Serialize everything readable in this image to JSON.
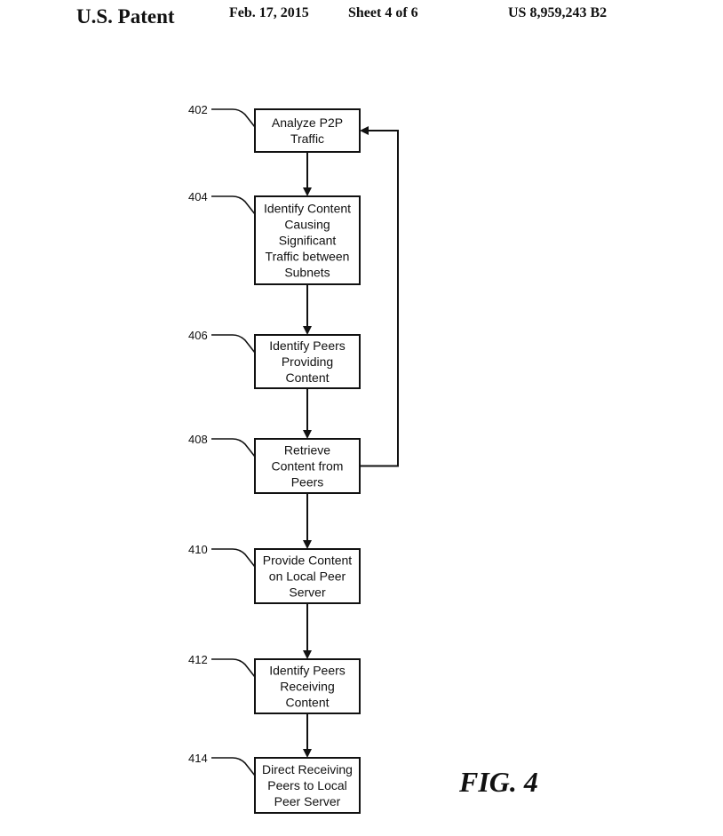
{
  "header": {
    "office": "U.S. Patent",
    "date": "Feb. 17, 2015",
    "sheet": "Sheet 4 of 6",
    "patent_number": "US 8,959,243 B2"
  },
  "figure": {
    "label": "FIG. 4"
  },
  "steps": [
    {
      "ref": "402",
      "lines": [
        "Analyze P2P",
        "Traffic"
      ]
    },
    {
      "ref": "404",
      "lines": [
        "Identify Content",
        "Causing",
        "Significant",
        "Traffic between",
        "Subnets"
      ]
    },
    {
      "ref": "406",
      "lines": [
        "Identify Peers",
        "Providing",
        "Content"
      ]
    },
    {
      "ref": "408",
      "lines": [
        "Retrieve",
        "Content from",
        "Peers"
      ]
    },
    {
      "ref": "410",
      "lines": [
        "Provide Content",
        "on Local Peer",
        "Server"
      ]
    },
    {
      "ref": "412",
      "lines": [
        "Identify Peers",
        "Receiving",
        "Content"
      ]
    },
    {
      "ref": "414",
      "lines": [
        "Direct Receiving",
        "Peers to Local",
        "Peer Server"
      ]
    }
  ],
  "connections": [
    {
      "from": "402",
      "to": "404"
    },
    {
      "from": "404",
      "to": "406"
    },
    {
      "from": "406",
      "to": "408"
    },
    {
      "from": "408",
      "to": "410"
    },
    {
      "from": "408",
      "to": "402",
      "type": "loop-back"
    },
    {
      "from": "410",
      "to": "412"
    },
    {
      "from": "412",
      "to": "414"
    }
  ]
}
